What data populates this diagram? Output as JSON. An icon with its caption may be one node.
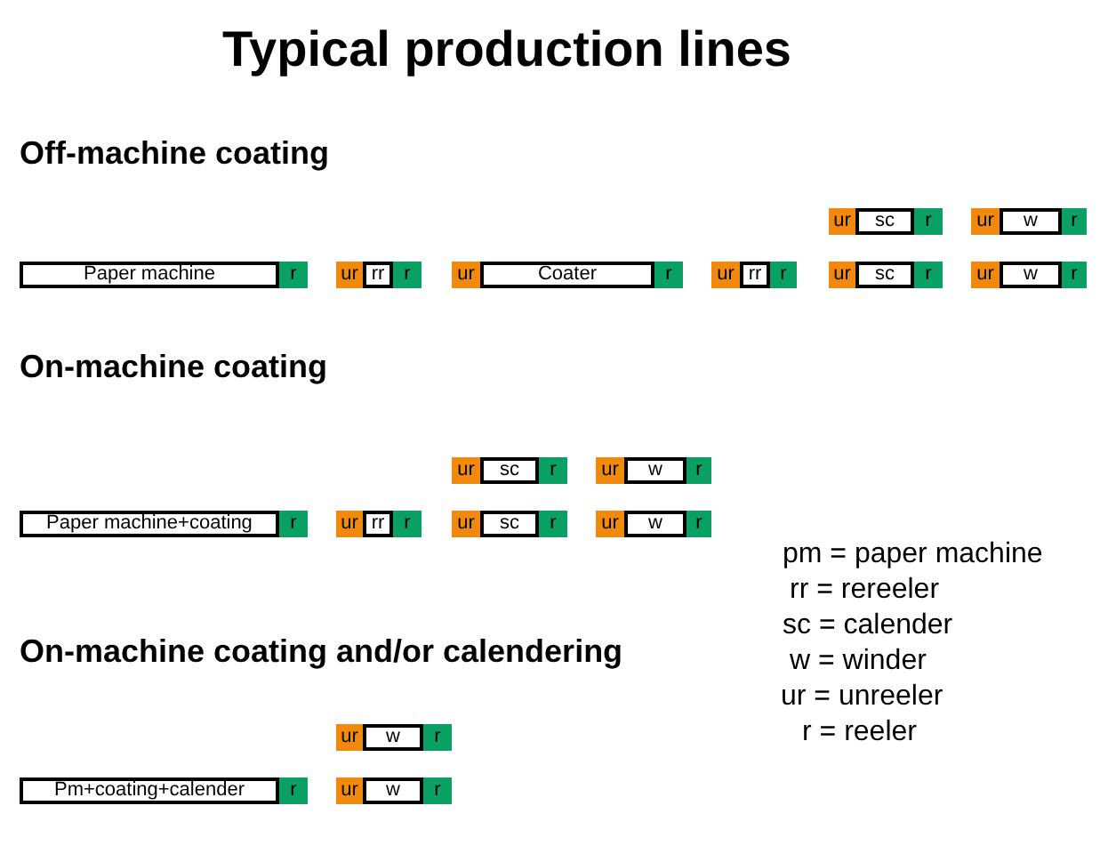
{
  "diagram": {
    "title": "Typical production lines",
    "nodes": [
      {
        "text": [
          "ur"
        ]
      },
      {
        "text": [
          "sc"
        ]
      },
      {
        "text": [
          "r"
        ]
      },
      {
        "text": [
          "ur"
        ]
      },
      {
        "text": [
          "w"
        ]
      },
      {
        "text": [
          "r"
        ]
      },
      {
        "text": [
          "Paper machine"
        ]
      },
      {
        "text": [
          "r"
        ]
      },
      {
        "text": [
          "ur"
        ]
      },
      {
        "text": [
          "rr"
        ]
      },
      {
        "text": [
          "r"
        ]
      },
      {
        "text": [
          "ur"
        ]
      },
      {
        "text": [
          "Coater"
        ]
      },
      {
        "text": [
          "r"
        ]
      },
      {
        "text": [
          "ur"
        ]
      },
      {
        "text": [
          "rr"
        ]
      },
      {
        "text": [
          "r"
        ]
      },
      {
        "text": [
          "ur"
        ]
      },
      {
        "text": [
          "sc"
        ]
      },
      {
        "text": [
          "r"
        ]
      },
      {
        "text": [
          "ur"
        ]
      },
      {
        "text": [
          "w"
        ]
      },
      {
        "text": [
          "r"
        ]
      },
      {
        "text": [
          "ur"
        ]
      },
      {
        "text": [
          "sc"
        ]
      },
      {
        "text": [
          "r"
        ]
      },
      {
        "text": [
          "ur"
        ]
      },
      {
        "text": [
          "w"
        ]
      },
      {
        "text": [
          "r"
        ]
      },
      {
        "text": [
          "Paper machine+coating"
        ]
      },
      {
        "text": [
          "r"
        ]
      },
      {
        "text": [
          "ur"
        ]
      },
      {
        "text": [
          "rr"
        ]
      },
      {
        "text": [
          "r"
        ]
      },
      {
        "text": [
          "ur"
        ]
      },
      {
        "text": [
          "sc"
        ]
      },
      {
        "text": [
          "r"
        ]
      },
      {
        "text": [
          "ur"
        ]
      },
      {
        "text": [
          "w"
        ]
      },
      {
        "text": [
          "r"
        ]
      },
      {
        "text": [
          "ur"
        ]
      },
      {
        "text": [
          "w"
        ]
      },
      {
        "text": [
          "r"
        ]
      },
      {
        "text": [
          "Pm+coating+calender"
        ]
      },
      {
        "text": [
          "r"
        ]
      },
      {
        "text": [
          "ur"
        ]
      },
      {
        "text": [
          "w"
        ]
      },
      {
        "text": [
          "r"
        ]
      }
    ],
    "labels": [
      "Off-machine coating",
      "On-machine coating",
      "pm = paper machine",
      "rr = rereeler",
      "sc = calender",
      "On-machine coating and/or calendering",
      "w = winder",
      "ur = unreeler",
      "r = reeler"
    ]
  }
}
